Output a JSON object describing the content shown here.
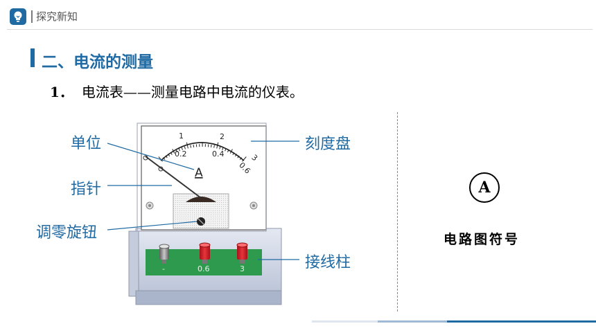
{
  "header": {
    "label": "探究新知",
    "icon": "lightbulb-icon"
  },
  "section": {
    "title": "二、电流的测量"
  },
  "intro": {
    "number": "1．",
    "text": "电流表——测量电路中电流的仪表。"
  },
  "labels": {
    "unit": "单位",
    "pointer": "指针",
    "zero_knob": "调零旋钮",
    "dial": "刻度盘",
    "terminals": "接线柱"
  },
  "meter": {
    "unit_symbol": "A",
    "major_ticks": [
      "1",
      "2",
      "3"
    ],
    "minor_ticks": [
      "0.2",
      "0.4",
      "0.6"
    ],
    "terminal_labels": [
      "-",
      "0.6",
      "3"
    ]
  },
  "symbol": {
    "letter": "A",
    "caption": "电路图符号"
  },
  "colors": {
    "accent": "#1f6aa3",
    "terminal_base": "#2e9a4e",
    "red_terminal": "#d6222a"
  }
}
